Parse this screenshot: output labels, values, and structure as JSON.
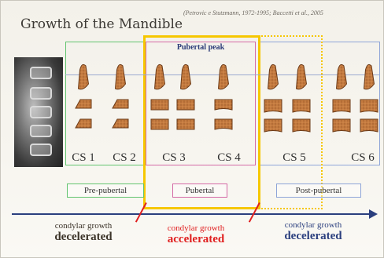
{
  "title": "Growth of the Mandible",
  "citation": "(Petrovic e Stutzmann, 1972-1995; Baccetti et al., 2005",
  "pubertal_peak_label": "Pubertal peak",
  "stages": [
    {
      "id": "cs1",
      "label": "CS 1"
    },
    {
      "id": "cs2",
      "label": "CS 2"
    },
    {
      "id": "cs3",
      "label": "CS 3"
    },
    {
      "id": "cs4",
      "label": "CS 4"
    },
    {
      "id": "cs5",
      "label": "CS 5"
    },
    {
      "id": "cs6",
      "label": "CS 6"
    }
  ],
  "groups": {
    "pre": "Pre-pubertal",
    "pub": "Pubertal",
    "post": "Post-pubertal"
  },
  "growth": {
    "left": {
      "line1": "condylar growth",
      "line2": "decelerated"
    },
    "middle": {
      "line1": "condylar growth",
      "line2": "accelerated"
    },
    "right": {
      "line1": "condylar growth",
      "line2": "decelerated"
    }
  },
  "colors": {
    "vertebra_fill": "#c47a3f",
    "vertebra_stroke": "#6b3a17",
    "accent_red": "#e01f1f",
    "accent_blue": "#2b3f7e",
    "dark_text": "#3b3328",
    "yellow": "#f6c700"
  }
}
